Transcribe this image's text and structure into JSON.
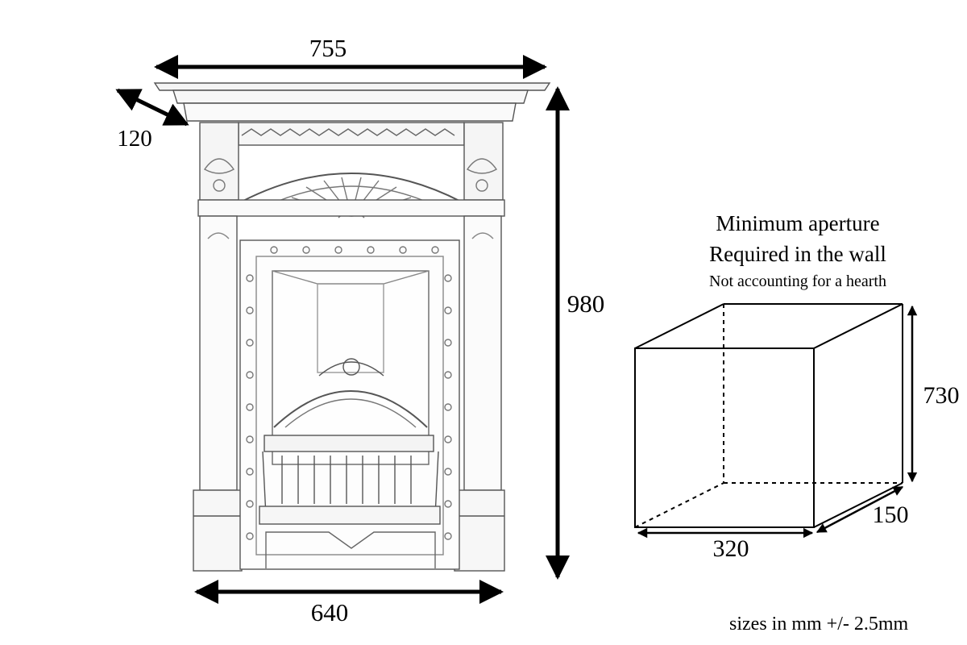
{
  "dimensions": {
    "width_top": "755",
    "depth_mantel": "120",
    "height": "980",
    "width_bottom": "640"
  },
  "aperture": {
    "title_line1": "Minimum aperture",
    "title_line2": "Required in the wall",
    "subtitle": "Not accounting for a hearth",
    "height": "730",
    "width": "320",
    "depth": "150"
  },
  "note": "sizes in mm +/- 2.5mm"
}
